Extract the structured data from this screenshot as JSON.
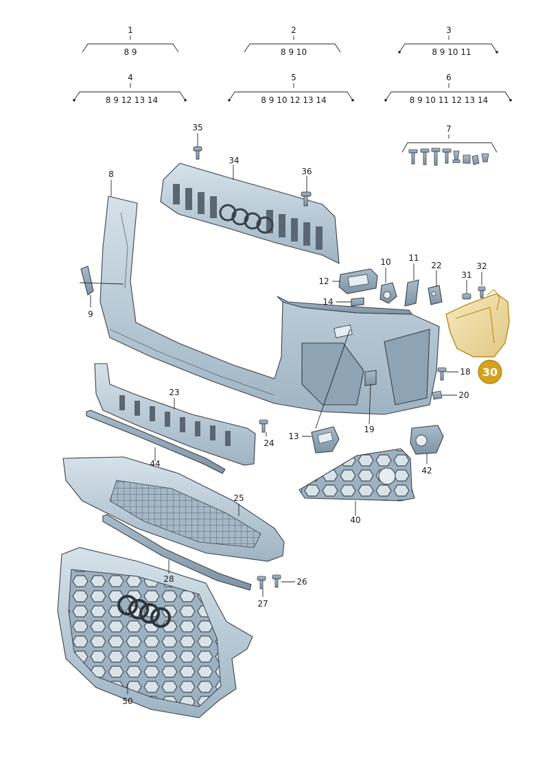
{
  "diagram": {
    "highlight_color": "#d4a21c",
    "part_color": "#b9c9d6",
    "set_groups": [
      {
        "number": "1",
        "members": "8 9"
      },
      {
        "number": "2",
        "members": "8 9 10"
      },
      {
        "number": "3",
        "members": "8 9 10 11"
      },
      {
        "number": "4",
        "members": "8 9 12 13 14"
      },
      {
        "number": "5",
        "members": "8 9 10 12 13 14"
      },
      {
        "number": "6",
        "members": "8 9 10 11 12 13 14"
      }
    ],
    "set_group_7": {
      "number": "7"
    },
    "callouts": {
      "c35": "35",
      "c34": "34",
      "c36": "36",
      "c8": "8",
      "c9": "9",
      "c10": "10",
      "c11": "11",
      "c22": "22",
      "c31": "31",
      "c32": "32",
      "c12": "12",
      "c14": "14",
      "c18": "18",
      "c20": "20",
      "c23": "23",
      "c24": "24",
      "c13": "13",
      "c19": "19",
      "c42": "42",
      "c44": "44",
      "c25": "25",
      "c40": "40",
      "c28": "28",
      "c26": "26",
      "c27": "27",
      "c50": "50"
    },
    "highlighted_part": "30"
  }
}
